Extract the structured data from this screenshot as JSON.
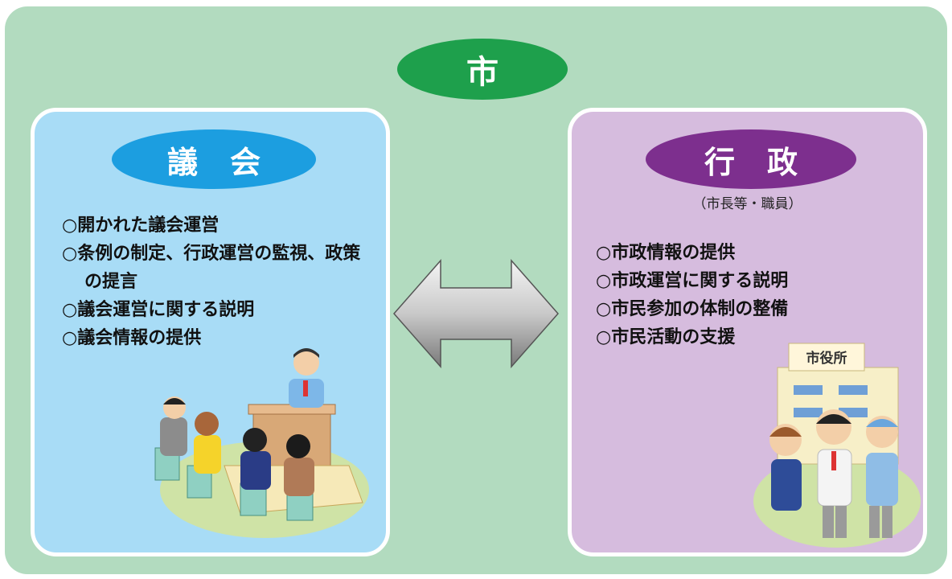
{
  "city": {
    "label": "市"
  },
  "assembly": {
    "title_chars": [
      "議",
      "会"
    ],
    "items": [
      "○開かれた議会運営",
      "○条例の制定、行政運営の監視、政策の提言",
      "○議会運営に関する説明",
      "○議会情報の提供"
    ]
  },
  "administration": {
    "title_chars": [
      "行",
      "政"
    ],
    "subtitle": "（市長等・職員）",
    "items": [
      "○市政情報の提供",
      "○市政運営に関する説明",
      "○市民参加の体制の整備",
      "○市民活動の支援"
    ]
  },
  "city_hall_sign": "市役所",
  "colors": {
    "outer_background": "#b2dbbf",
    "city_pill": "#1ea04c",
    "assembly_panel": "#a8dcf6",
    "assembly_pill": "#1c9ee0",
    "admin_panel": "#d6bcde",
    "admin_pill": "#7d2f8e"
  },
  "icons": [
    "double-arrow-icon",
    "assembly-meeting-illustration",
    "city-hall-staff-illustration"
  ]
}
